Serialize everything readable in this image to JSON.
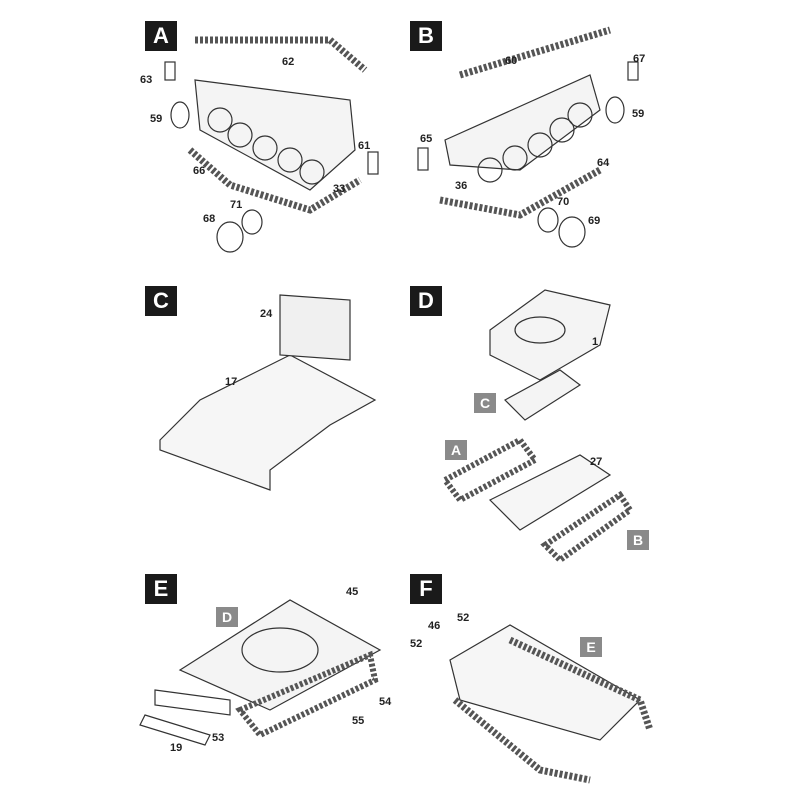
{
  "steps": {
    "A": {
      "badge": "A",
      "parts": [
        "62",
        "63",
        "59",
        "61",
        "66",
        "33",
        "68",
        "71"
      ]
    },
    "B": {
      "badge": "B",
      "parts": [
        "60",
        "67",
        "65",
        "59",
        "36",
        "64",
        "70",
        "69"
      ]
    },
    "C": {
      "badge": "C",
      "parts": [
        "24",
        "17"
      ]
    },
    "D": {
      "badge": "D",
      "parts": [
        "1",
        "27"
      ],
      "refs": [
        "C",
        "A",
        "B"
      ]
    },
    "E": {
      "badge": "E",
      "parts": [
        "45",
        "54",
        "55",
        "53",
        "19"
      ],
      "refs": [
        "D"
      ]
    },
    "F": {
      "badge": "F",
      "parts": [
        "52",
        "46",
        "52"
      ],
      "refs": [
        "E"
      ]
    }
  }
}
